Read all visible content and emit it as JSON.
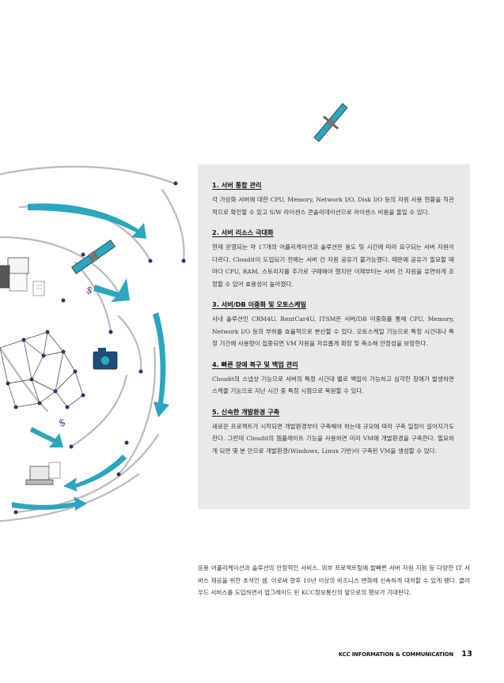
{
  "sections": [
    {
      "title": "1. 서버 통합 관리",
      "body": "각 가상화 서버에 대한 CPU, Memory, Network I/O, Disk I/O 등의 자원 사용 현황을 직관적으로 확인할 수 있고 S/W 라이센스 콘솔리데이션으로 라이센스 비용을 줄일 수 있다."
    },
    {
      "title": "2. 서버 리소스 극대화",
      "body": "현재 운영되는 약 17개의 어플리케이션과 솔루션은 용도 및 시간에 따라 요구되는 서버 자원이 다르다. Cloudit이 도입되기 전에는 서버 간 자원 공유가 불가능했다. 때문에 공유가 필요할 때마다 CPU, RAM, 스토리지를 추가로 구매해야 했지만 이제부터는 서버 간 자원을 유연하게 조정할 수 있어 효용성이 높아졌다."
    },
    {
      "title": "3. 서버/DB 이중화 및 오토스케일",
      "body": "사내 솔루션인 CRM4U, RentCar4U, ITSM은 서버/DB 이중화를 통해 CPU, Memory, Network I/O 등의 부하를 효율적으로 분산할 수 있다. 오토스케일 기능으로 특정 시간대나 특정 기간에 사용량이 집중되면 VM 자원을 자유롭게 확장 및 축소해 안정성을 보장한다."
    },
    {
      "title": "4. 빠른 장애 복구 및 백업 관리",
      "body": "Cloudit의 스냅샷 기능으로 서버의 특정 시간대 별로 백업이 가능하고 심각한 장애가 발생하면 스케줄 기능으로 지난 시간 중 특정 시점으로 복원할 수 있다."
    },
    {
      "title": "5. 신속한 개발환경 구축",
      "body": "새로운 프로젝트가 시작되면 개발환경부터 구축해야 하는데 규모에 따라 구축 일정이 길어지기도 한다. 그런데 Cloudit의 템플레이트 기능을 사용하면 미리 VM에 개발환경을 구축한다. 필요하게 되면 몇 분 안으로 개발환경(Windows, Linux 기반)이 구축된 VM을 생성할 수 있다."
    }
  ],
  "bottom_paragraph": "응용 어플리케이션과 솔루션의 안정적인 서비스, 외부 프로젝트팀에 발빠른 서버 자원 지원 등 다양한 IT 서비스 제공을 위한 초석인 셈. 이로써 향후 10년 이상의 비즈니스 변화에 신속하게 대처할 수 있게 됐다. 클라우드 서비스를 도입하면서 업그레이드 된 KCC정보통신의 앞으로의 행보가 기대된다.",
  "footer": {
    "brand": "KCC INFORMATION & COMMUNICATION",
    "page_number": "13"
  },
  "illustration": {
    "accent_color": "#2aa6bf",
    "ring_color": "#b9b9b9",
    "node_color": "#3b2a7a",
    "icons": [
      "satellite-icon",
      "computer-icon",
      "camera-icon",
      "dollar-icon",
      "laptop-icon",
      "document-icon"
    ],
    "symbols": [
      "$",
      "$"
    ]
  }
}
